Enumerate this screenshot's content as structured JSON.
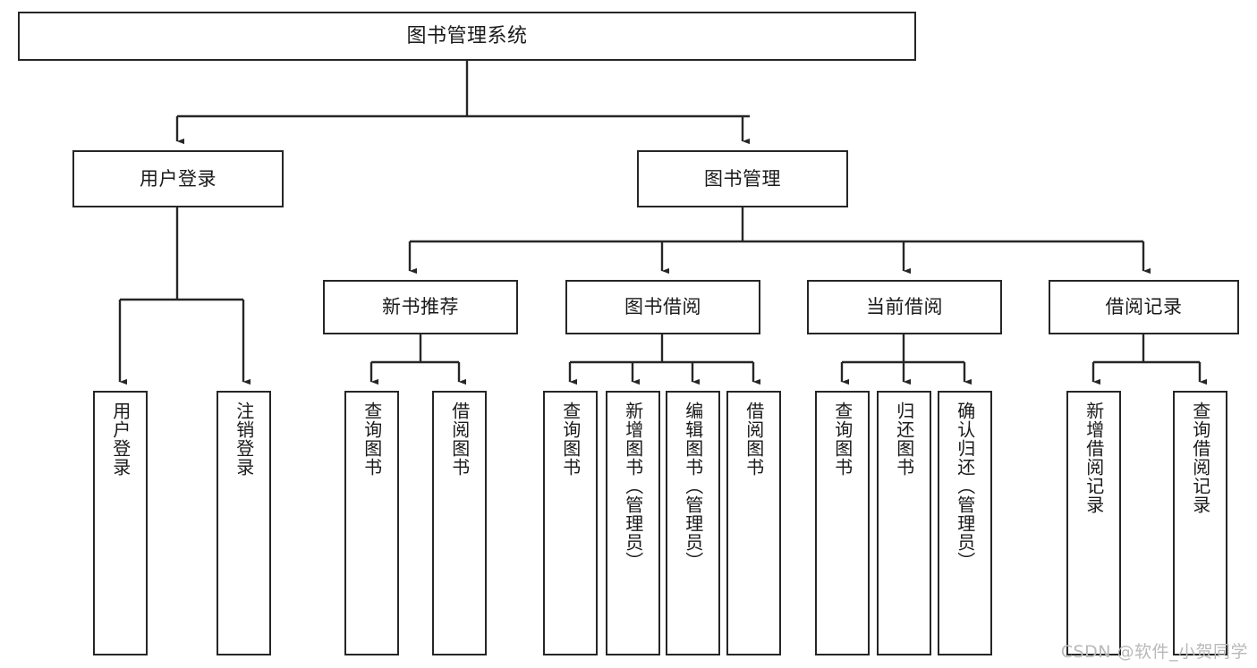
{
  "diagram": {
    "type": "tree-hierarchy-chart",
    "title": "图书管理系统",
    "colors": {
      "box_border": "#262626",
      "box_fill": "#ffffff",
      "edge": "#262626",
      "text": "#1a1a1a",
      "watermark": "#b9b9b9",
      "background": "#ffffff"
    },
    "watermark": "CSDN @软件_小贺同学",
    "levels": {
      "root": {
        "label": "图书管理系统"
      },
      "level2": [
        {
          "id": "user-login",
          "label": "用户登录"
        },
        {
          "id": "book-manage",
          "label": "图书管理"
        }
      ],
      "level3": [
        {
          "id": "new-book-recommend",
          "label": "新书推荐",
          "parent": "book-manage"
        },
        {
          "id": "book-borrow",
          "label": "图书借阅",
          "parent": "book-manage"
        },
        {
          "id": "current-borrow",
          "label": "当前借阅",
          "parent": "book-manage"
        },
        {
          "id": "borrow-record",
          "label": "借阅记录",
          "parent": "book-manage"
        }
      ],
      "leaves": [
        {
          "id": "leaf-user-login",
          "label": "用户登录",
          "parent": "user-login"
        },
        {
          "id": "leaf-user-logout",
          "label": "注销登录",
          "parent": "user-login"
        },
        {
          "id": "leaf-query-book-1",
          "label": "查询图书",
          "parent": "new-book-recommend"
        },
        {
          "id": "leaf-borrow-book-1",
          "label": "借阅图书",
          "parent": "new-book-recommend"
        },
        {
          "id": "leaf-query-book-2",
          "label": "查询图书",
          "parent": "book-borrow"
        },
        {
          "id": "leaf-add-book",
          "label": "新增图书（管理员）",
          "parent": "book-borrow"
        },
        {
          "id": "leaf-edit-book",
          "label": "编辑图书（管理员）",
          "parent": "book-borrow"
        },
        {
          "id": "leaf-borrow-book-2",
          "label": "借阅图书",
          "parent": "book-borrow"
        },
        {
          "id": "leaf-query-book-3",
          "label": "查询图书",
          "parent": "current-borrow"
        },
        {
          "id": "leaf-return-book",
          "label": "归还图书",
          "parent": "current-borrow"
        },
        {
          "id": "leaf-confirm-return",
          "label": "确认归还（管理员）",
          "parent": "current-borrow"
        },
        {
          "id": "leaf-add-record",
          "label": "新增借阅记录",
          "parent": "borrow-record"
        },
        {
          "id": "leaf-query-record",
          "label": "查询借阅记录",
          "parent": "borrow-record"
        }
      ]
    }
  }
}
